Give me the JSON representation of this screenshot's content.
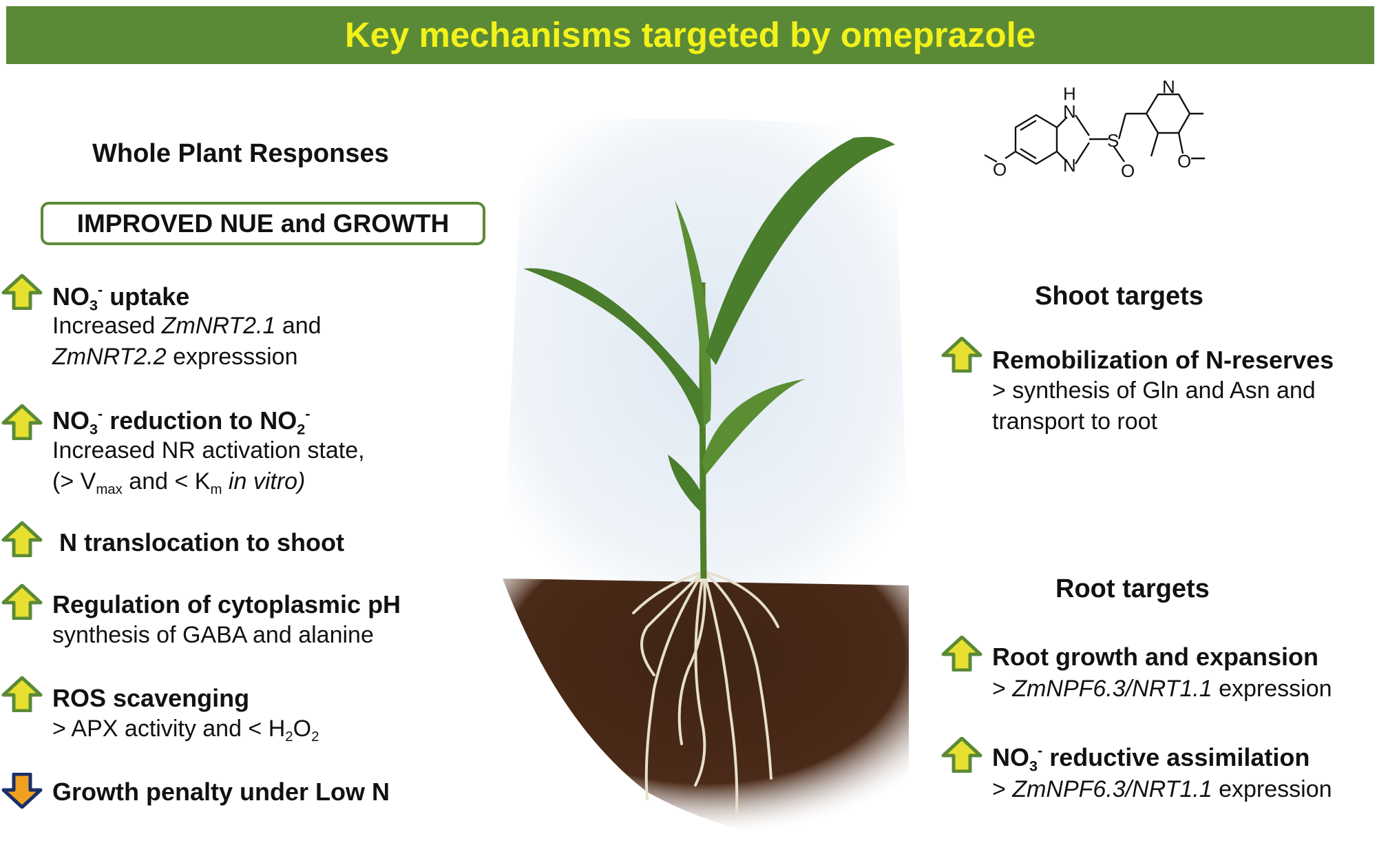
{
  "title": "Key mechanisms targeted by omeprazole",
  "left": {
    "heading": "Whole Plant Responses",
    "boxed": "IMPROVED NUE and GROWTH",
    "items": [
      {
        "title_a": "NO",
        "title_a_sub": "3",
        "title_a_sup": "-",
        "title_b": " uptake",
        "line1_a": "Increased ",
        "line1_i": "ZmNRT2.1",
        "line1_b": " and",
        "line2_i": "ZmNRT2.2",
        "line2_b": " expresssion"
      },
      {
        "title_a": "NO",
        "title_a_sub": "3",
        "title_a_sup": "-",
        "title_b": " reduction to NO",
        "title_b_sub": "2",
        "title_b_sup": "-",
        "line1": "Increased NR activation state,",
        "line2_a": "(> V",
        "line2_sub1": "max",
        "line2_b": " and < K",
        "line2_sub2": "m",
        "line2_c": " ",
        "line2_i": "in vitro)"
      },
      {
        "title": "N translocation to shoot"
      },
      {
        "title": "Regulation of cytoplasmic pH",
        "line1": "synthesis of GABA and alanine"
      },
      {
        "title": "ROS scavenging",
        "line1_a": "> APX activity and < H",
        "line1_sub1": "2",
        "line1_b": "O",
        "line1_sub2": "2"
      },
      {
        "title": "Growth penalty under Low N"
      }
    ]
  },
  "right": {
    "shoot_heading": "Shoot targets",
    "shoot_item": {
      "title": "Remobilization of N-reserves",
      "line1": "> synthesis of Gln and Asn and",
      "line2": "transport to root"
    },
    "root_heading": "Root targets",
    "root_items": [
      {
        "title": "Root growth and expansion",
        "line1_a": "> ",
        "line1_i": "ZmNPF6.3/NRT1.1",
        "line1_b": " expression"
      },
      {
        "title_a": "NO",
        "title_a_sub": "3",
        "title_a_sup": "-",
        "title_b": " reductive assimilation",
        "line1_a": "> ",
        "line1_i": "ZmNPF6.3/NRT1.1",
        "line1_b": " expression"
      }
    ]
  },
  "molecule_labels": {
    "h": "H",
    "n1": "N",
    "n2": "N",
    "n3": "N",
    "s": "S",
    "o1": "O",
    "o2": "O",
    "o3": "O"
  },
  "colors": {
    "banner": "#5b8a37",
    "title_text": "#f2f21a",
    "arrow_up_fill": "#e8e030",
    "arrow_up_outline": "#5b8a37",
    "arrow_down_fill": "#f0a020",
    "arrow_down_outline": "#1a2f6a",
    "soil": "#4a2a18",
    "sky": "#dfe9f3"
  },
  "icons": {
    "up": "up-arrow-icon",
    "down": "down-arrow-icon"
  }
}
